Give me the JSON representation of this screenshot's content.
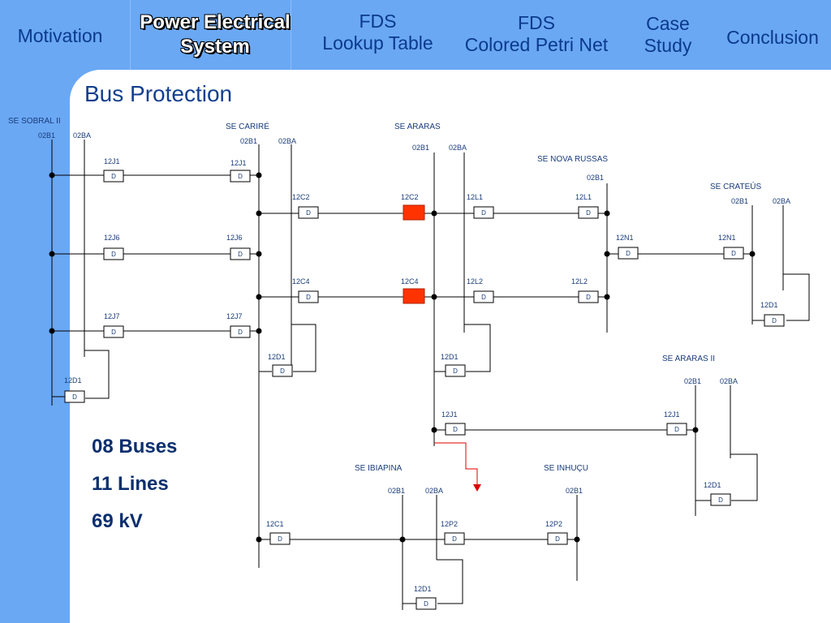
{
  "nav": {
    "tabs": [
      {
        "label": "Motivation"
      },
      {
        "label": "Power Electrical\nSystem"
      },
      {
        "label": "FDS\nLookup Table"
      },
      {
        "label": "FDS\nColored Petri Net"
      },
      {
        "label": "Case\nStudy"
      },
      {
        "label": "Conclusion"
      }
    ],
    "active_tab": 1
  },
  "slide": {
    "title": "Bus Protection",
    "stats": [
      "08 Buses",
      "11 Lines",
      "69 kV"
    ]
  },
  "colors": {
    "accent": "#6aa8f4",
    "nav_text": "#0b3a8c",
    "title": "#123f8e",
    "tripped_breaker": "#ff3300",
    "fault": "#dd0000"
  },
  "substations": {
    "sobral_ii": "SE SOBRAL II",
    "carire": "SE CARIRÉ",
    "araras": "SE ARARAS",
    "nova_russas": "SE NOVA RUSSAS",
    "crateus": "SE CRATEÚS",
    "araras_ii": "SE ARARAS II",
    "ibiapina": "SE IBIAPINA",
    "inhucu": "SE INHUÇU"
  },
  "bus_labels": {
    "b1": "02B1",
    "ba": "02BA"
  },
  "breaker_symbol": "D",
  "breakers": {
    "j1": "12J1",
    "j6": "12J6",
    "j7": "12J7",
    "d1": "12D1",
    "c1": "12C1",
    "c2": "12C2",
    "c4": "12C4",
    "l1": "12L1",
    "l2": "12L2",
    "n1": "12N1",
    "p2": "12P2"
  }
}
